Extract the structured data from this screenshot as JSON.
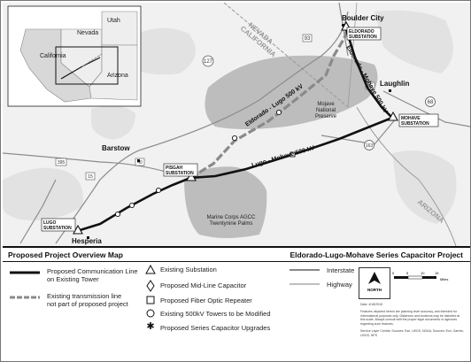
{
  "map": {
    "labels": {
      "nevada": "NEVADA",
      "california": "CALIFORNIA",
      "arizona": "ARIZONA",
      "boulder_city": "Boulder City",
      "laughlin": "Laughlin",
      "barstow": "Barstow",
      "hesperia": "Hesperia",
      "eldorado_substation_a": "ELDORADO",
      "eldorado_substation_b": "SUBSTATION",
      "mohave_substation_a": "MOHAVE",
      "mohave_substation_b": "SUBSTATION",
      "pisgah_substation_a": "PISGAH",
      "pisgah_substation_b": "SUBSTATION",
      "lugo_substation_a": "LUGO",
      "lugo_substation_b": "SUBSTATION",
      "eldorado_lugo_line": "Eldorado - Lugo 500 kV",
      "eldorado_mohave_line": "Eldorado - Mohave 500 kV",
      "lugo_mohave_line": "Lugo - Mohave 500 kV",
      "preserve_a": "Mojave",
      "preserve_b": "National",
      "preserve_c": "Preserve",
      "marine_a": "Marine Corps AGCC",
      "marine_b": "Twentynine Palms",
      "route_127": "127",
      "route_93": "93",
      "route_95": "95",
      "route_68": "68",
      "route_163": "163",
      "route_395": "395",
      "route_40": "40",
      "route_15": "15"
    },
    "inset": {
      "utah": "Utah",
      "nevada": "Nevada",
      "california": "California",
      "arizona": "Arizona"
    }
  },
  "legend": {
    "title_left": "Proposed Project Overview Map",
    "title_right": "Eldorado-Lugo-Mohave Series Capacitor Project",
    "items_left": [
      {
        "line1": "Proposed Communication Line",
        "line2": "on Existing Tower"
      },
      {
        "line1": "Existing transmission line",
        "line2": "not part of proposed project"
      }
    ],
    "items_mid": [
      "Existing Substation",
      "Proposed Mid-Line Capacitor",
      "Proposed Fiber Optic Repeater",
      "Existing 500kV Towers to be Modified",
      "Proposed Series Capacitor Upgrades"
    ],
    "items_right": [
      "Interstate",
      "Highway"
    ],
    "north": "NORTH",
    "scale": {
      "ticks": [
        "0",
        "5",
        "10",
        "15"
      ],
      "unit": "Miles"
    },
    "date": "Date: 4/18/2018",
    "disclaimer": "Features depicted herein are planning level accuracy, and intended for informational purposes only. Distances and locations may be distorted at this scale. Always consult with the proper legal documents or agencies regarding such features.",
    "sources": "Service Layer Credits: Sources: Esri, USGS, NOAA; Sources: Esri, Garmin, USGS, NPS"
  }
}
